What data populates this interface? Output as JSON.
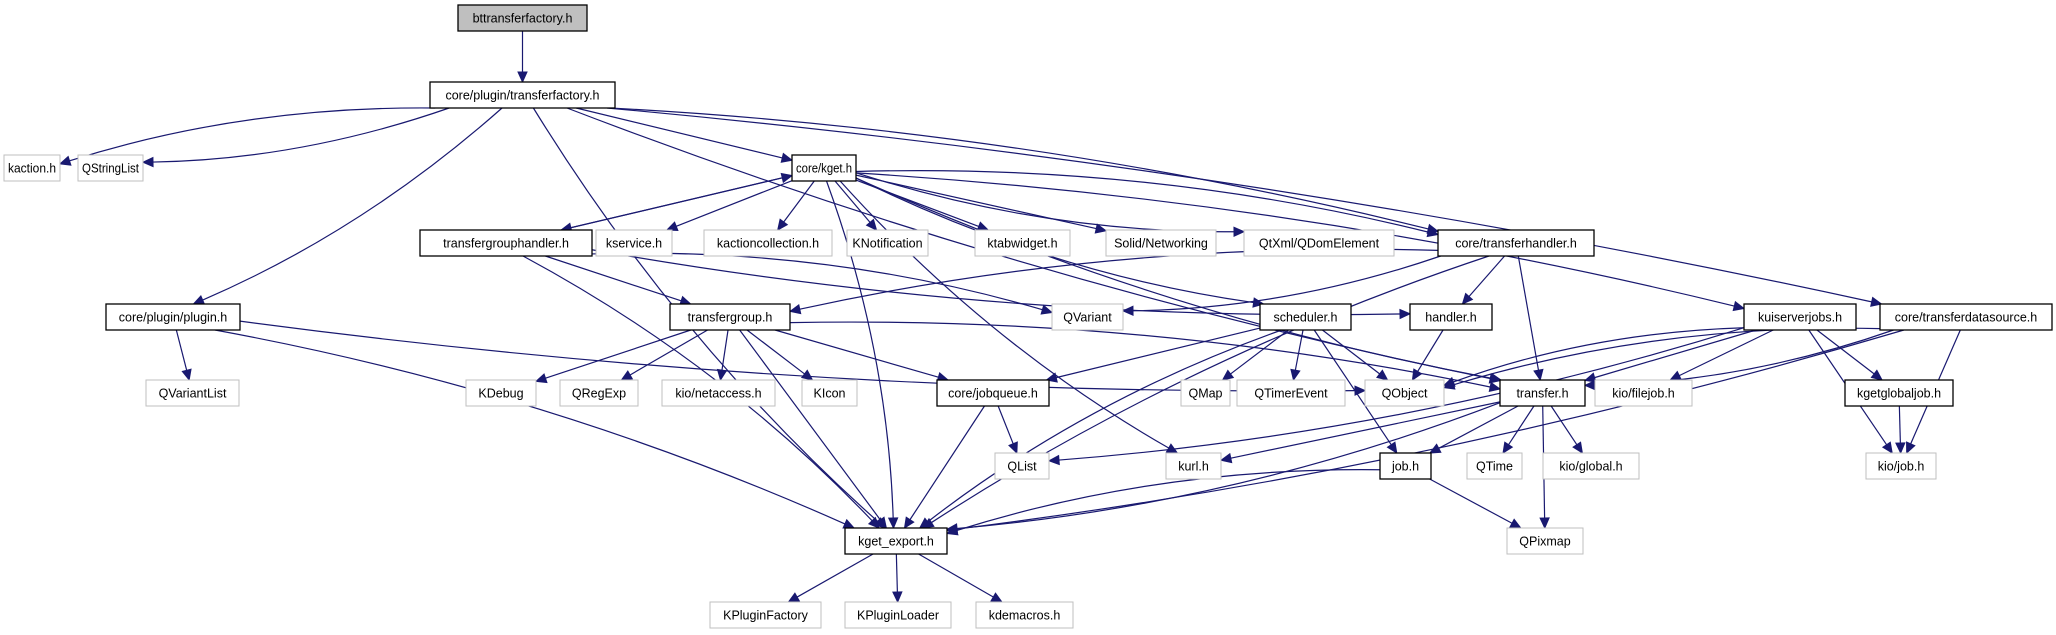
{
  "diagram": {
    "title": "bttransferfactory.h include dependency graph",
    "edge_color": "#191970",
    "root_fill": "#bfbfbf",
    "nodes": [
      {
        "id": "bttransferfactory",
        "label": "bttransferfactory.h",
        "kind": "root"
      },
      {
        "id": "transferfactory",
        "label": "core/plugin/transferfactory.h",
        "kind": "doc"
      },
      {
        "id": "kaction",
        "label": "kaction.h",
        "kind": "ext"
      },
      {
        "id": "qstringlist",
        "label": "QStringList",
        "kind": "ext"
      },
      {
        "id": "kget",
        "label": "core/kget.h",
        "kind": "doc"
      },
      {
        "id": "transfergrouphandler",
        "label": "transfergrouphandler.h",
        "kind": "doc"
      },
      {
        "id": "kservice",
        "label": "kservice.h",
        "kind": "ext"
      },
      {
        "id": "kactioncollection",
        "label": "kactioncollection.h",
        "kind": "ext"
      },
      {
        "id": "knotification",
        "label": "KNotification",
        "kind": "ext"
      },
      {
        "id": "ktabwidget",
        "label": "ktabwidget.h",
        "kind": "ext"
      },
      {
        "id": "solidnetworking",
        "label": "Solid/Networking",
        "kind": "ext"
      },
      {
        "id": "qdomelement",
        "label": "QtXml/QDomElement",
        "kind": "ext"
      },
      {
        "id": "transferhandler",
        "label": "core/transferhandler.h",
        "kind": "doc"
      },
      {
        "id": "plugin",
        "label": "core/plugin/plugin.h",
        "kind": "doc"
      },
      {
        "id": "transfergroup",
        "label": "transfergroup.h",
        "kind": "doc"
      },
      {
        "id": "qvariant",
        "label": "QVariant",
        "kind": "ext"
      },
      {
        "id": "scheduler",
        "label": "scheduler.h",
        "kind": "doc"
      },
      {
        "id": "handler",
        "label": "handler.h",
        "kind": "doc"
      },
      {
        "id": "kuiserverjobs",
        "label": "kuiserverjobs.h",
        "kind": "doc"
      },
      {
        "id": "transferdatasource",
        "label": "core/transferdatasource.h",
        "kind": "doc"
      },
      {
        "id": "qvariantlist",
        "label": "QVariantList",
        "kind": "ext"
      },
      {
        "id": "kdebug",
        "label": "KDebug",
        "kind": "ext"
      },
      {
        "id": "qregexp",
        "label": "QRegExp",
        "kind": "ext"
      },
      {
        "id": "kionetaccess",
        "label": "kio/netaccess.h",
        "kind": "ext"
      },
      {
        "id": "kicon",
        "label": "KIcon",
        "kind": "ext"
      },
      {
        "id": "jobqueue",
        "label": "core/jobqueue.h",
        "kind": "doc"
      },
      {
        "id": "qmap",
        "label": "QMap",
        "kind": "ext"
      },
      {
        "id": "qtimerevent",
        "label": "QTimerEvent",
        "kind": "ext"
      },
      {
        "id": "qobject",
        "label": "QObject",
        "kind": "ext"
      },
      {
        "id": "transfer",
        "label": "transfer.h",
        "kind": "doc"
      },
      {
        "id": "kiofilejob",
        "label": "kio/filejob.h",
        "kind": "ext"
      },
      {
        "id": "kgetglobaljob",
        "label": "kgetglobaljob.h",
        "kind": "doc"
      },
      {
        "id": "qlist",
        "label": "QList",
        "kind": "ext"
      },
      {
        "id": "kurl",
        "label": "kurl.h",
        "kind": "ext"
      },
      {
        "id": "job",
        "label": "job.h",
        "kind": "doc"
      },
      {
        "id": "qtime",
        "label": "QTime",
        "kind": "ext"
      },
      {
        "id": "kioglobal",
        "label": "kio/global.h",
        "kind": "ext"
      },
      {
        "id": "kiojob",
        "label": "kio/job.h",
        "kind": "ext"
      },
      {
        "id": "kgetexport",
        "label": "kget_export.h",
        "kind": "doc"
      },
      {
        "id": "qpixmap",
        "label": "QPixmap",
        "kind": "ext"
      },
      {
        "id": "kpluginfactory",
        "label": "KPluginFactory",
        "kind": "ext"
      },
      {
        "id": "kpluginloader",
        "label": "KPluginLoader",
        "kind": "ext"
      },
      {
        "id": "kdemacros",
        "label": "kdemacros.h",
        "kind": "ext"
      }
    ],
    "edges": [
      [
        "bttransferfactory",
        "transferfactory"
      ],
      [
        "transferfactory",
        "kaction"
      ],
      [
        "transferfactory",
        "qstringlist"
      ],
      [
        "transferfactory",
        "kget"
      ],
      [
        "transferfactory",
        "plugin"
      ],
      [
        "transferfactory",
        "kgetexport"
      ],
      [
        "transferfactory",
        "transferhandler"
      ],
      [
        "transferfactory",
        "transfer"
      ],
      [
        "transferfactory",
        "transferdatasource"
      ],
      [
        "kget",
        "transfergrouphandler"
      ],
      [
        "kget",
        "kservice"
      ],
      [
        "kget",
        "kactioncollection"
      ],
      [
        "kget",
        "knotification"
      ],
      [
        "kget",
        "ktabwidget"
      ],
      [
        "kget",
        "solidnetworking"
      ],
      [
        "kget",
        "qdomelement"
      ],
      [
        "kget",
        "transferhandler"
      ],
      [
        "kget",
        "scheduler"
      ],
      [
        "kget",
        "kuiserverjobs"
      ],
      [
        "kget",
        "transfer"
      ],
      [
        "kget",
        "kgetexport"
      ],
      [
        "kget",
        "kurl"
      ],
      [
        "transfergrouphandler",
        "kget"
      ],
      [
        "transfergrouphandler",
        "transfergroup"
      ],
      [
        "transfergrouphandler",
        "qvariant"
      ],
      [
        "transfergrouphandler",
        "handler"
      ],
      [
        "transfergrouphandler",
        "kgetexport"
      ],
      [
        "transferhandler",
        "transfergroup"
      ],
      [
        "transferhandler",
        "qvariant"
      ],
      [
        "transferhandler",
        "handler"
      ],
      [
        "transferhandler",
        "transfer"
      ],
      [
        "transferhandler",
        "kgetexport"
      ],
      [
        "plugin",
        "qvariantlist"
      ],
      [
        "plugin",
        "qobject"
      ],
      [
        "plugin",
        "kgetexport"
      ],
      [
        "transfergroup",
        "kdebug"
      ],
      [
        "transfergroup",
        "qregexp"
      ],
      [
        "transfergroup",
        "kionetaccess"
      ],
      [
        "transfergroup",
        "kicon"
      ],
      [
        "transfergroup",
        "jobqueue"
      ],
      [
        "transfergroup",
        "transfer"
      ],
      [
        "transfergroup",
        "kgetexport"
      ],
      [
        "scheduler",
        "jobqueue"
      ],
      [
        "scheduler",
        "qmap"
      ],
      [
        "scheduler",
        "qtimerevent"
      ],
      [
        "scheduler",
        "qobject"
      ],
      [
        "scheduler",
        "job"
      ],
      [
        "scheduler",
        "kgetexport"
      ],
      [
        "handler",
        "qobject"
      ],
      [
        "kuiserverjobs",
        "qobject"
      ],
      [
        "kuiserverjobs",
        "transfer"
      ],
      [
        "kuiserverjobs",
        "kiofilejob"
      ],
      [
        "kuiserverjobs",
        "kgetglobaljob"
      ],
      [
        "kuiserverjobs",
        "kiojob"
      ],
      [
        "kuiserverjobs",
        "qlist"
      ],
      [
        "transferdatasource",
        "qobject"
      ],
      [
        "transferdatasource",
        "transfer"
      ],
      [
        "transferdatasource",
        "kiojob"
      ],
      [
        "transferdatasource",
        "kgetexport"
      ],
      [
        "jobqueue",
        "qlist"
      ],
      [
        "jobqueue",
        "kgetexport"
      ],
      [
        "transfer",
        "kurl"
      ],
      [
        "transfer",
        "job"
      ],
      [
        "transfer",
        "qtime"
      ],
      [
        "transfer",
        "kioglobal"
      ],
      [
        "transfer",
        "qpixmap"
      ],
      [
        "transfer",
        "kgetexport"
      ],
      [
        "kgetglobaljob",
        "kiojob"
      ],
      [
        "job",
        "qpixmap"
      ],
      [
        "job",
        "kgetexport"
      ],
      [
        "kgetexport",
        "kpluginfactory"
      ],
      [
        "kgetexport",
        "kpluginloader"
      ],
      [
        "kgetexport",
        "kdemacros"
      ]
    ]
  }
}
